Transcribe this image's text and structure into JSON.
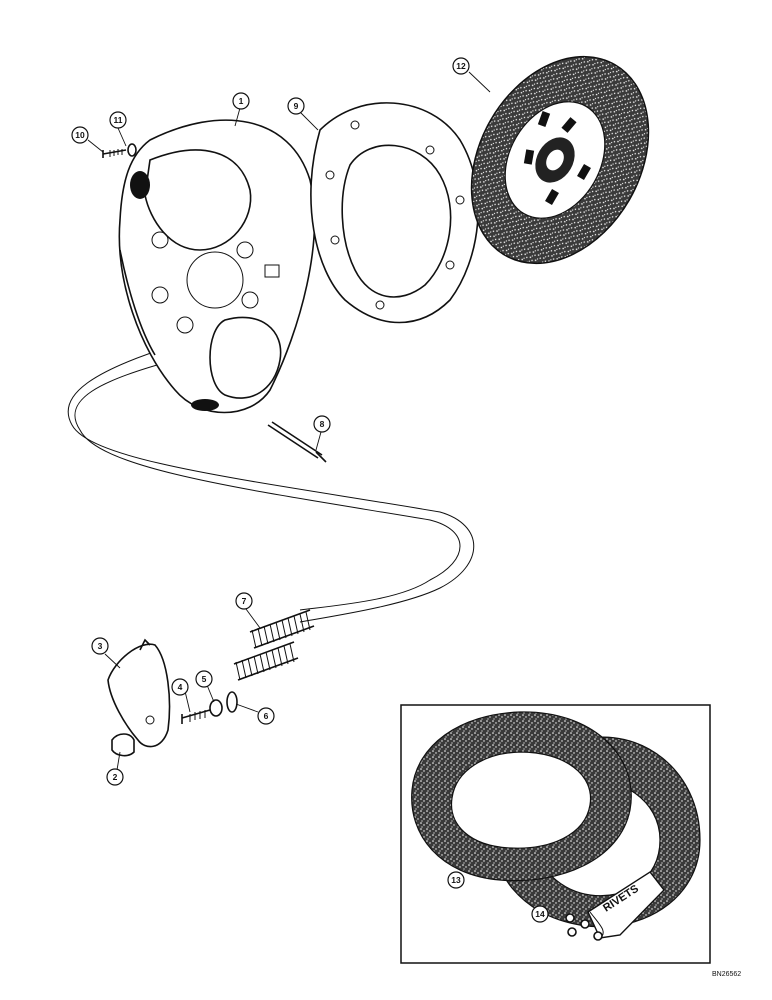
{
  "callouts": [
    {
      "id": "1",
      "label": "1"
    },
    {
      "id": "2",
      "label": "2"
    },
    {
      "id": "3",
      "label": "3"
    },
    {
      "id": "4",
      "label": "4"
    },
    {
      "id": "5",
      "label": "5"
    },
    {
      "id": "6",
      "label": "6"
    },
    {
      "id": "7",
      "label": "7"
    },
    {
      "id": "8",
      "label": "8"
    },
    {
      "id": "9",
      "label": "9"
    },
    {
      "id": "10",
      "label": "10"
    },
    {
      "id": "11",
      "label": "11"
    },
    {
      "id": "12",
      "label": "12"
    },
    {
      "id": "13",
      "label": "13"
    },
    {
      "id": "14",
      "label": "14"
    }
  ],
  "inset": {
    "package_label": "RIVETS"
  },
  "drawing_number": "BN26562"
}
